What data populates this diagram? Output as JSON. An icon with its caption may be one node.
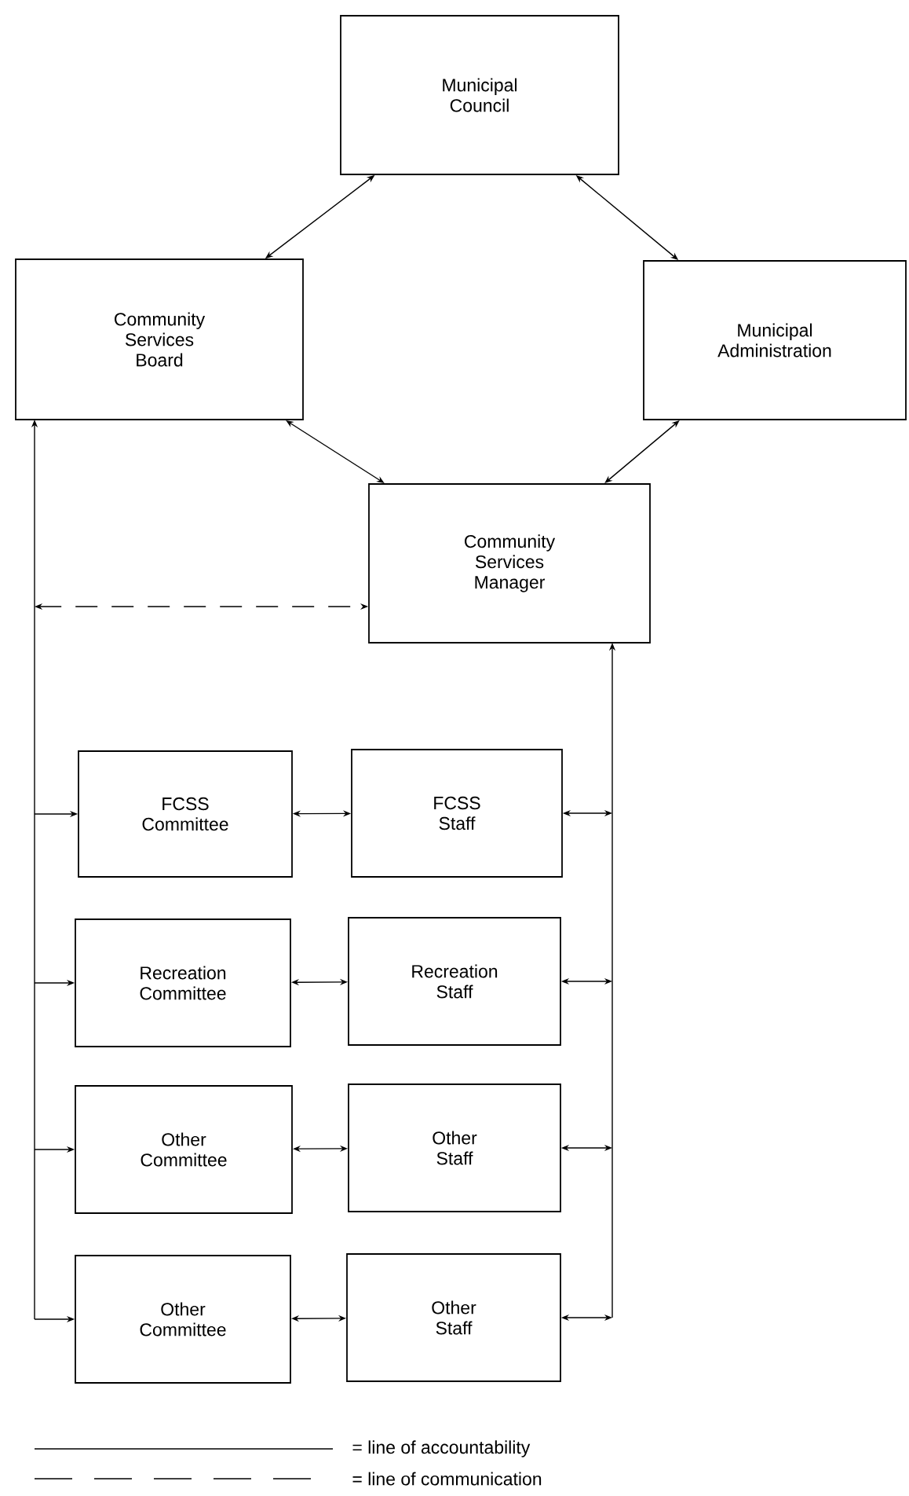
{
  "diagram": {
    "nodes": [
      {
        "text": [
          "Municipal Council"
        ]
      },
      {
        "text": [
          "Community Services Board"
        ]
      },
      {
        "text": [
          "Municipal Administration"
        ]
      },
      {
        "text": [
          "Community Services Manager"
        ]
      },
      {
        "text": [
          "FCSS Committee"
        ]
      },
      {
        "text": [
          "FCSS Staff"
        ]
      },
      {
        "text": [
          "Recreation Committee"
        ]
      },
      {
        "text": [
          "Recreation Staff"
        ]
      },
      {
        "text": [
          "Other Committee"
        ]
      },
      {
        "text": [
          "Other Staff"
        ]
      },
      {
        "text": [
          "Other Committee"
        ]
      },
      {
        "text": [
          "Other Staff"
        ]
      }
    ],
    "edges": [
      {
        "from": 0,
        "to": 1,
        "arrow": "both"
      },
      {
        "from": 0,
        "to": 2,
        "arrow": "both"
      },
      {
        "from": 1,
        "to": 3,
        "arrow": "both"
      },
      {
        "from": 2,
        "to": 3,
        "arrow": "both"
      },
      {
        "from": null,
        "to": 3,
        "arrow": "both",
        "style": "dashed"
      },
      {
        "from": 1,
        "to": 4,
        "arrow": "both"
      },
      {
        "from": 1,
        "to": 6,
        "arrow": "both"
      },
      {
        "from": 1,
        "to": 8,
        "arrow": "both"
      },
      {
        "from": 1,
        "to": 10,
        "arrow": "both"
      },
      {
        "from": 4,
        "to": 5,
        "arrow": "both"
      },
      {
        "from": 6,
        "to": 7,
        "arrow": "both"
      },
      {
        "from": 8,
        "to": 9,
        "arrow": "both"
      },
      {
        "from": 10,
        "to": 11,
        "arrow": "both"
      },
      {
        "from": 5,
        "to": 3,
        "arrow": "both"
      },
      {
        "from": 7,
        "to": 3,
        "arrow": "both"
      },
      {
        "from": 9,
        "to": 3,
        "arrow": "both"
      },
      {
        "from": 11,
        "to": 3,
        "arrow": "both"
      }
    ],
    "legend": [
      {
        "text": "= line of accountability"
      },
      {
        "text": "= line of communication"
      }
    ]
  }
}
